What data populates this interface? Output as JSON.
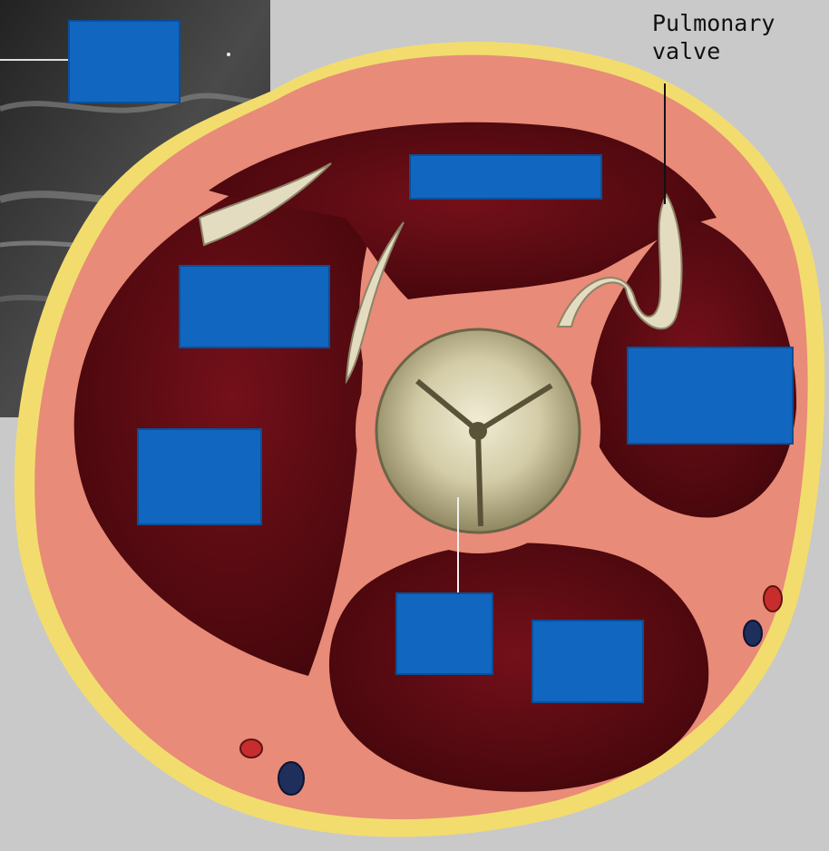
{
  "diagram": {
    "callout": {
      "line1": "Pulmonary",
      "line2": "valve"
    },
    "colors": {
      "background": "#c9c9c9",
      "myocardium": "#e88b78",
      "fat": "#f2dc6e",
      "chamber_blood": "#5d0810",
      "valve_tissue": "#d8d2b4",
      "label_box": "#1166c0",
      "ultrasound": "#3a3a3a"
    },
    "label_boxes": [
      {
        "id": "box-top-left",
        "text": ""
      },
      {
        "id": "box-top-center",
        "text": ""
      },
      {
        "id": "box-upper-left",
        "text": ""
      },
      {
        "id": "box-right",
        "text": ""
      },
      {
        "id": "box-left",
        "text": ""
      },
      {
        "id": "box-bottom-center",
        "text": ""
      },
      {
        "id": "box-bottom-right",
        "text": ""
      }
    ]
  }
}
